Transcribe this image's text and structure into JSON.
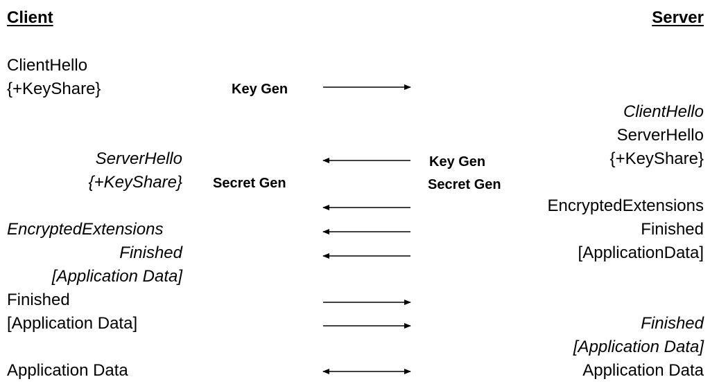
{
  "headers": {
    "client": "Client",
    "server": "Server"
  },
  "client": {
    "client_hello": "ClientHello",
    "key_share": "{+KeyShare}",
    "server_hello": "ServerHello",
    "server_key_share": "{+KeyShare}",
    "encrypted_extensions": "EncryptedExtensions",
    "finished": "Finished",
    "application_data_bracket": "[Application Data]",
    "finished_sent": "Finished",
    "application_data_sent": "[Application Data]",
    "application_data": "Application Data"
  },
  "middle": {
    "client_key_gen": "Key Gen",
    "client_secret_gen": "Secret Gen",
    "server_key_gen": "Key Gen",
    "server_secret_gen": "Secret Gen"
  },
  "server": {
    "client_hello": "ClientHello",
    "server_hello": "ServerHello",
    "key_share": "{+KeyShare}",
    "encrypted_extensions": "EncryptedExtensions",
    "finished": "Finished",
    "application_data_bracket": "[ApplicationData]",
    "finished_received": "Finished",
    "application_data_received": "[Application Data]",
    "application_data": "Application Data"
  },
  "arrows": [
    {
      "direction": "right"
    },
    {
      "direction": "left"
    },
    {
      "direction": "left"
    },
    {
      "direction": "left"
    },
    {
      "direction": "left"
    },
    {
      "direction": "right"
    },
    {
      "direction": "right"
    },
    {
      "direction": "both"
    }
  ]
}
